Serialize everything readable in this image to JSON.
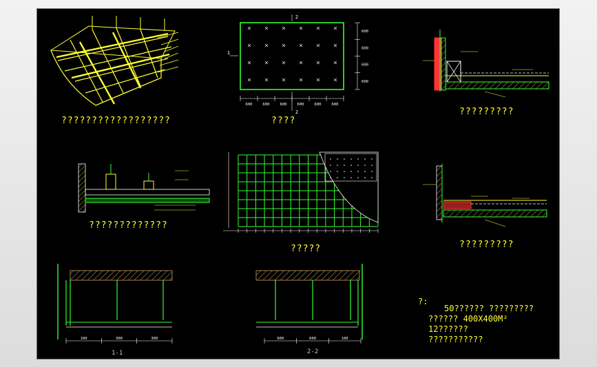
{
  "captions": {
    "isometric": "??????????????????",
    "plan": "????",
    "wall_detail_top": "?????????",
    "joint_detail": "?????????????",
    "grid_plan": "?????",
    "wall_detail_bottom": "?????????"
  },
  "section_labels": {
    "s11": "1-1",
    "s22": "2-2"
  },
  "notes": {
    "prefix": "?:",
    "line1": "50??????  ?????????",
    "line2": "?????? 400X400M²",
    "line3": "12??????",
    "line4": "???????????"
  },
  "plan_dims": {
    "bottom": [
      "600",
      "600",
      "600",
      "600",
      "600",
      "600"
    ],
    "right": [
      "600",
      "600",
      "600",
      "600"
    ],
    "mark_top": "2",
    "mark_bottom": "2",
    "mark_left": "1"
  },
  "section_dims": {
    "s11": [
      "100",
      "300",
      "300"
    ],
    "s22": [
      "600",
      "600",
      "100"
    ]
  },
  "colors": {
    "yellow": "#ffff33",
    "green": "#33ff33",
    "red": "#ff3333",
    "white": "#ffffff",
    "hatch": "#c8a060"
  }
}
